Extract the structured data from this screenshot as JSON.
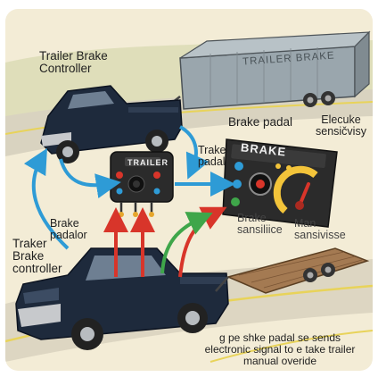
{
  "labels": {
    "controller_top": [
      "Trailer Brake",
      "Controller"
    ],
    "trailer_side": "TRAILER BRAKE",
    "brake_padal_top": "Brake padal",
    "electric_sensitivity": [
      "Elecuke",
      "sensičvisy"
    ],
    "trake_padal": [
      "Trake",
      "padal"
    ],
    "panel_title": "BRAKE",
    "unit_label": "TRAILER",
    "brake_sensitivity": [
      "Brake",
      "sansiliice"
    ],
    "man_sensivisse": [
      "Man",
      "sansivisse"
    ],
    "brake_padalor": [
      "Brake",
      "padalor"
    ],
    "traker_controller": [
      "Traker",
      "Brake",
      "controller"
    ],
    "caption": [
      "g pe shke padal se sends",
      "electronic signal to e take trailer",
      "manual overide"
    ]
  },
  "colors": {
    "background": "#f3ecd6",
    "truck": "#1e2a3c",
    "trailer": "#9aa6ad",
    "flatbed": "#a47a52",
    "arrow_red": "#d8352a",
    "arrow_blue": "#2e9bd6",
    "arrow_green": "#3fa64a",
    "panel_dark": "#2b2b2b",
    "gauge_yellow": "#f3c43a"
  }
}
